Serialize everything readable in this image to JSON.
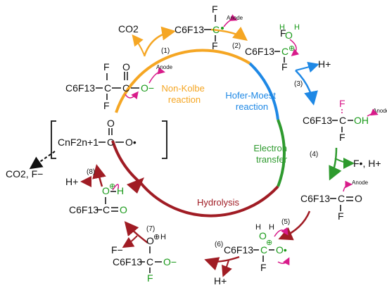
{
  "colors": {
    "orange": "#f5a623",
    "blue": "#1e88e5",
    "green": "#2e9a2e",
    "darkred": "#a01c24",
    "magenta": "#d81b8a",
    "chem_green": "#1a9a1a",
    "black": "#111111"
  },
  "phases": {
    "non_kolbe": "Non-Kolbe\nreaction",
    "hofer_moest": "Hofer-Moest\nreaction",
    "electron_transfer": "Electron\ntransfer",
    "hydrolysis": "Hydrolysis"
  },
  "steps": [
    "(1)",
    "(2)",
    "(3)",
    "(4)",
    "(5)",
    "(6)",
    "(7)",
    "(8)"
  ],
  "labels": {
    "anode": "Anode",
    "co2": "CO2",
    "h_plus": "H+",
    "f_radical_h": "F•, H+",
    "f_minus": "F−",
    "co2_f_minus": "CO2, F−",
    "c6f13": "C6F13",
    "cnf2n1": "CnF2n+1",
    "fluorine": "F",
    "oxygen": "O",
    "carbon": "C",
    "hydrogen": "H",
    "oh": "OH",
    "o_minus": "O−",
    "o_dot": "O•",
    "plus": "⊕"
  }
}
